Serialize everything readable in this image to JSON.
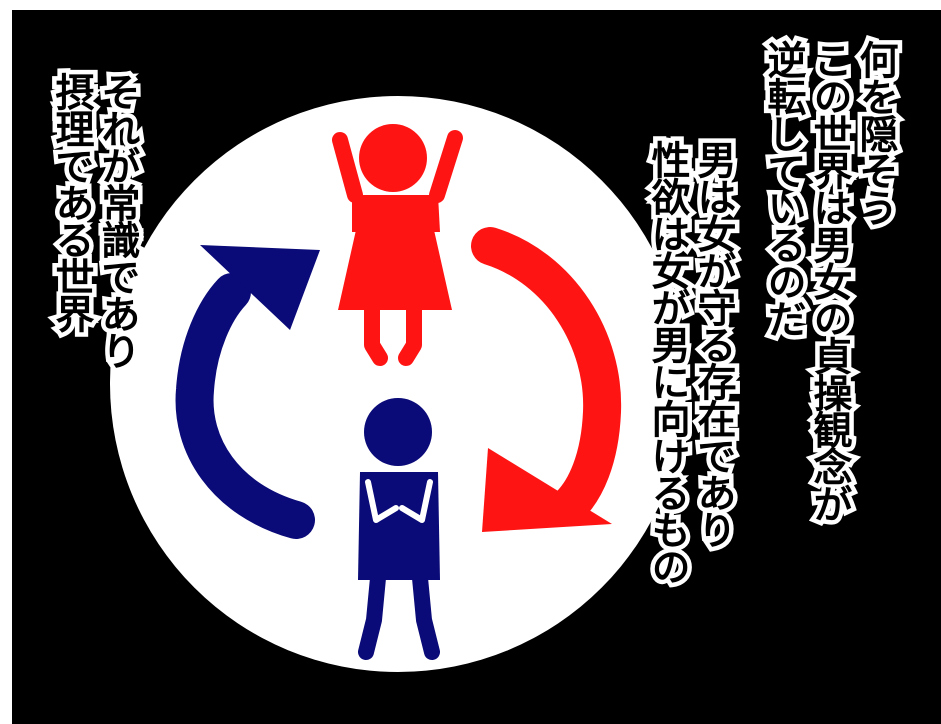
{
  "colors": {
    "background": "#000000",
    "circle": "#ffffff",
    "woman_figure": "#ff1414",
    "man_figure": "#0a0a78",
    "red_arrow": "#ff1414",
    "blue_arrow": "#0a0a78",
    "text": "#000000",
    "text_outline": "#ffffff"
  },
  "icons": {
    "woman_figure": "woman-figure-icon",
    "man_figure": "man-figure-icon",
    "red_arrow": "curved-arrow-down-icon",
    "blue_arrow": "curved-arrow-up-icon"
  },
  "narration": {
    "right_column": [
      "何を隠そう",
      "この世界は男女の貞操観念が",
      "逆転しているのだ"
    ],
    "middle_column": [
      "男は女が守る存在であり",
      "性欲は女が男に向けるもの"
    ],
    "left_column": [
      "それが常識であり",
      "摂理である世界"
    ]
  }
}
